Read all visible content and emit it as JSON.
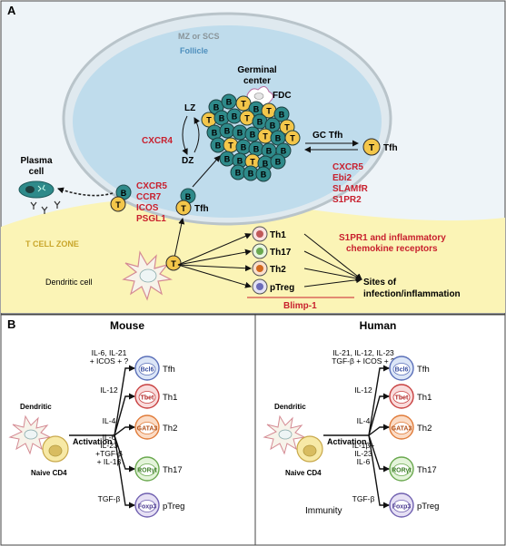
{
  "panelA": {
    "label": "A",
    "mz": "MZ or SCS",
    "follicle": "Follicle",
    "gc_line1": "Germinal",
    "gc_line2": "center",
    "fdc": "FDC",
    "lz": "LZ",
    "dz": "DZ",
    "cxcr4": "CXCR4",
    "gc_tfh": "GC Tfh",
    "tfh_right": "Tfh",
    "right_markers": [
      "CXCR5",
      "Ebi2",
      "SLAMfR",
      "S1PR2"
    ],
    "plasma_line1": "Plasma",
    "plasma_line2": "cell",
    "left_markers": [
      "CXCR5",
      "CCR7",
      "ICOS",
      "PSGL1"
    ],
    "tfh_mid": "Tfh",
    "tcell_zone": "T CELL ZONE",
    "dc_label": "Dendritic cell",
    "subsets": [
      "Th1",
      "Th17",
      "Th2",
      "pTreg"
    ],
    "s1pr1_line1": "S1PR1 and inflammatory",
    "s1pr1_line2": "chemokine receptors",
    "sites_line1": "Sites of",
    "sites_line2": "infection/inflammation",
    "blimp": "Blimp-1",
    "cell_b": "B",
    "cell_t": "T"
  },
  "panelB": {
    "label": "B",
    "mouse": {
      "title": "Mouse",
      "dendritic": "Dendritic",
      "naive": "Naive CD4",
      "activation": "Activation",
      "rows": [
        {
          "cyto": [
            "IL-6, IL-21",
            "+ ICOS + ?"
          ],
          "tf": "Bcl6",
          "name": "Tfh"
        },
        {
          "cyto": [
            "IL-12"
          ],
          "tf": "Tbet",
          "name": "Th1"
        },
        {
          "cyto": [
            "IL-4"
          ],
          "tf": "GATA3",
          "name": "Th2"
        },
        {
          "cyto": [
            "IL-6",
            "IL-23",
            "+TGF-β",
            "+ IL-1β"
          ],
          "tf": "RORγt",
          "name": "Th17"
        },
        {
          "cyto": [
            "TGF-β"
          ],
          "tf": "Foxp3",
          "name": "pTreg"
        }
      ]
    },
    "human": {
      "title": "Human",
      "dendritic": "Dendritic",
      "naive": "Naive CD4",
      "activation": "Activation",
      "immunity": "Immunity",
      "rows": [
        {
          "cyto": [
            "IL-21, IL-12, IL-23",
            "TGF-β + ICOS + ?"
          ],
          "tf": "Bcl6",
          "name": "Tfh"
        },
        {
          "cyto": [
            "IL-12"
          ],
          "tf": "Tbet",
          "name": "Th1"
        },
        {
          "cyto": [
            "IL-4"
          ],
          "tf": "GATA3",
          "name": "Th2"
        },
        {
          "cyto": [
            "IL-1β+",
            "IL-23",
            "IL-6"
          ],
          "tf": "RORγt",
          "name": "Th17"
        },
        {
          "cyto": [
            "TGF-β"
          ],
          "tf": "Foxp3",
          "name": "pTreg"
        }
      ]
    }
  },
  "colors": {
    "marker_red": "#c8202e",
    "b_cell": "#2e8a8a",
    "t_cell": "#f3c64a",
    "follicle_fill": "#bfdcec",
    "tzone": "#fbf4b6"
  }
}
